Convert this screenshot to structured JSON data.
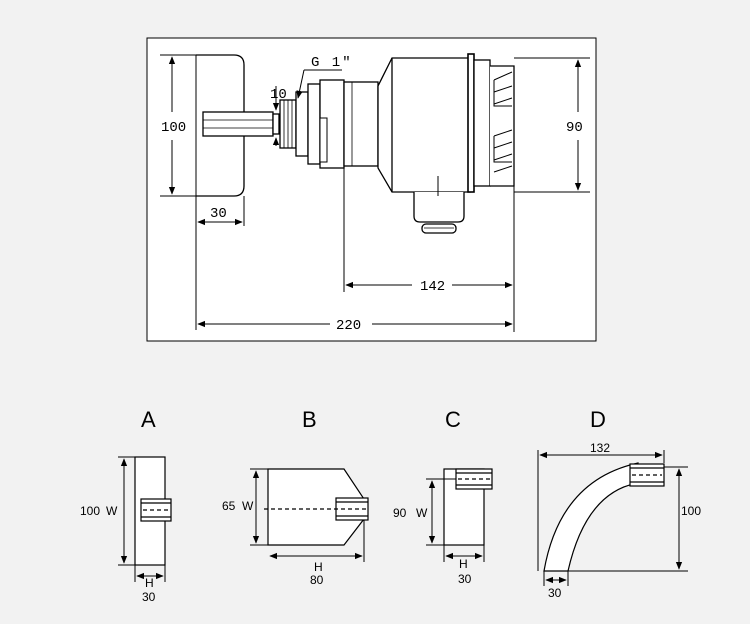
{
  "top_drawing": {
    "thread_label": "G 1″",
    "dim_10": "10",
    "dim_100": "100",
    "dim_90": "90",
    "dim_30": "30",
    "dim_142": "142",
    "dim_220": "220"
  },
  "paddles": [
    {
      "letter": "A",
      "w_value": "100",
      "w_label": "W",
      "h_label": "H",
      "h_value": "30"
    },
    {
      "letter": "B",
      "w_value": "65",
      "w_label": "W",
      "h_label": "H",
      "h_value": "80"
    },
    {
      "letter": "C",
      "w_value": "90",
      "w_label": "W",
      "h_label": "H",
      "h_value": "30"
    },
    {
      "letter": "D",
      "width_value": "132",
      "height_value": "100",
      "bottom_value": "30"
    }
  ],
  "colors": {
    "background": "#f2f2f2",
    "ink": "#000000"
  }
}
